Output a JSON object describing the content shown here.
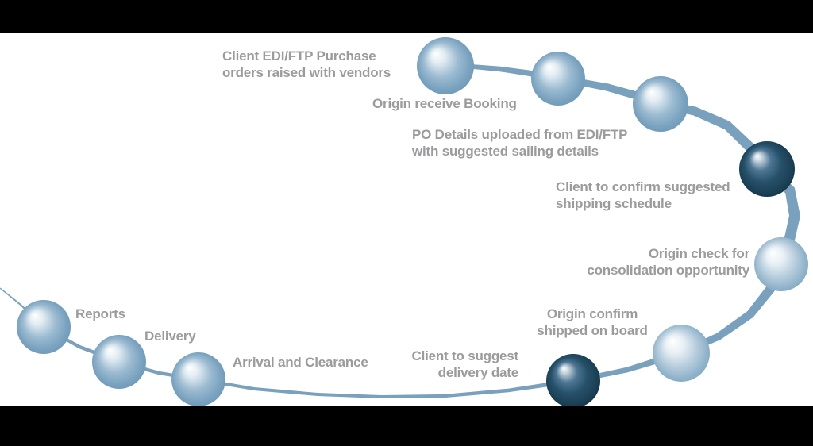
{
  "meta": {
    "background": "#ffffff",
    "letterbox_color": "#000000"
  },
  "colors": {
    "swoosh": "#79A1BD",
    "label": "#9B9B9D",
    "sphere_light_body": "#7AA4C1",
    "sphere_pale_body": "#8FB2CA",
    "sphere_dark_body": "#1E4257",
    "sphere_highlight": "#FFFFFF"
  },
  "diagram": {
    "type": "process-flow-swoosh",
    "steps": [
      {
        "label": "Client EDI/FTP Purchase\norders raised with vendors",
        "sphere": "light"
      },
      {
        "label": "Origin receive Booking",
        "sphere": "light"
      },
      {
        "label": "PO Details uploaded from EDI/FTP\nwith suggested sailing details",
        "sphere": "light"
      },
      {
        "label": "Client to confirm suggested\nshipping schedule",
        "sphere": "dark"
      },
      {
        "label": "Origin check for\nconsolidation opportunity",
        "sphere": "pale"
      },
      {
        "label": "Origin confirm\nshipped on board",
        "sphere": "pale"
      },
      {
        "label": "Client to suggest\ndelivery date",
        "sphere": "dark"
      },
      {
        "label": "Arrival and Clearance",
        "sphere": "light"
      },
      {
        "label": "Delivery",
        "sphere": "light"
      },
      {
        "label": "Reports",
        "sphere": "light"
      }
    ]
  },
  "swoosh": {
    "points": [
      [
        0,
        363,
        1.2
      ],
      [
        26,
        384,
        2.2
      ],
      [
        55,
        412,
        3.5
      ],
      [
        100,
        437,
        4.3
      ],
      [
        150,
        456,
        4.5
      ],
      [
        200,
        470,
        4.4
      ],
      [
        250,
        478,
        4.2
      ],
      [
        320,
        490,
        4.0
      ],
      [
        400,
        497,
        4.0
      ],
      [
        480,
        500,
        4.0
      ],
      [
        560,
        499,
        4.2
      ],
      [
        640,
        492,
        4.6
      ],
      [
        722,
        480,
        5.4
      ],
      [
        790,
        466,
        6.8
      ],
      [
        858,
        445,
        8.2
      ],
      [
        905,
        424,
        9.3
      ],
      [
        945,
        396,
        10.5
      ],
      [
        972,
        362,
        11.8
      ],
      [
        984,
        333,
        12.6
      ],
      [
        994,
        303,
        13.4
      ],
      [
        1001,
        272,
        14.0
      ],
      [
        995,
        240,
        13.6
      ],
      [
        966,
        213,
        13.0
      ],
      [
        945,
        186,
        12.6
      ],
      [
        916,
        158,
        12.0
      ],
      [
        875,
        140,
        11.4
      ],
      [
        832,
        131,
        10.8
      ],
      [
        800,
        120,
        10.0
      ],
      [
        765,
        110,
        9.4
      ],
      [
        733,
        104,
        8.7
      ],
      [
        703,
        99,
        8.0
      ],
      [
        665,
        92,
        7.2
      ],
      [
        630,
        87,
        6.5
      ],
      [
        595,
        84,
        5.8
      ],
      [
        561,
        83,
        5.2
      ]
    ]
  }
}
